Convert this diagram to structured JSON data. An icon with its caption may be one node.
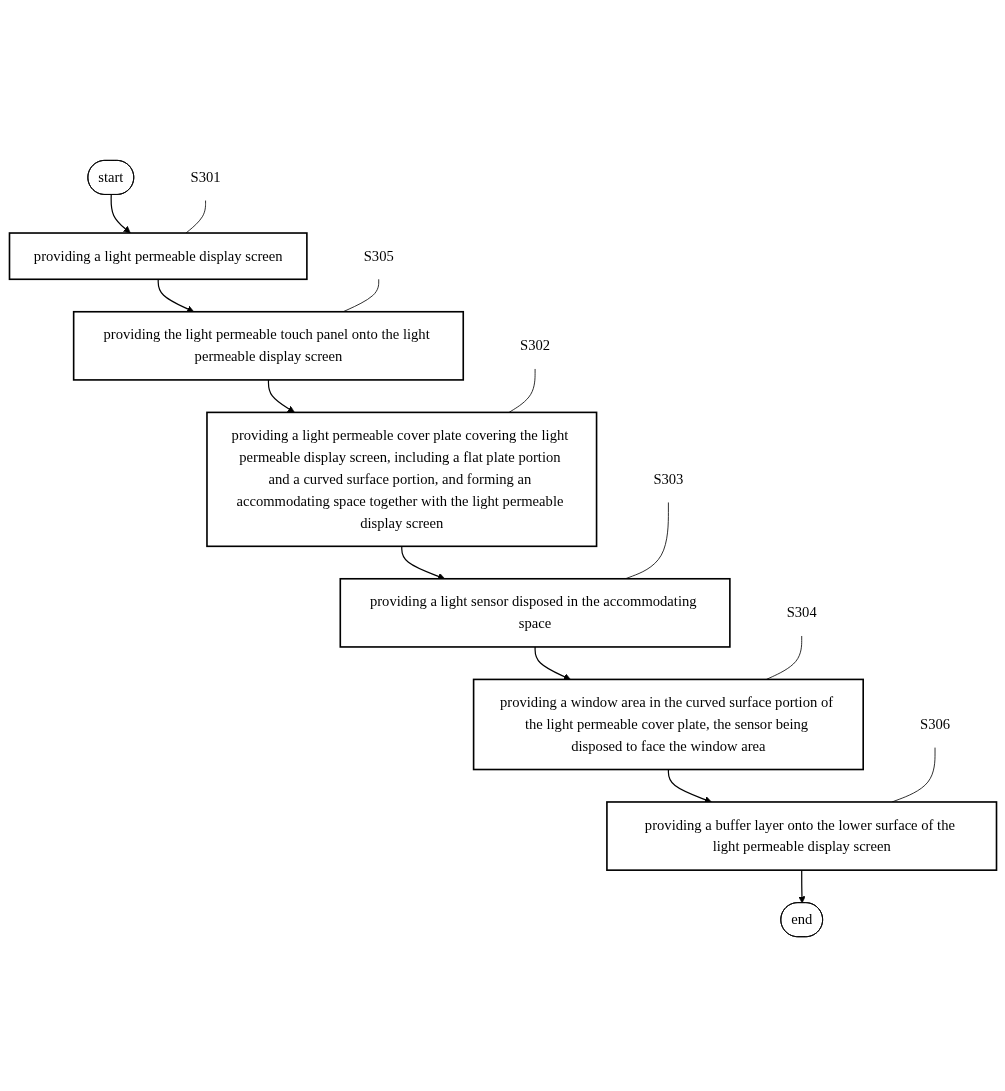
{
  "diagram": {
    "nodes": [
      {
        "text": [
          "start"
        ]
      },
      {
        "text": [
          "providing a light permeable display screen"
        ]
      },
      {
        "text": [
          "S301"
        ]
      },
      {
        "text": [
          "providing the light permeable touch panel onto the light permeable display screen"
        ]
      },
      {
        "text": [
          "S305"
        ]
      },
      {
        "text": [
          "providing a light permeable cover plate covering the light permeable display screen, including a flat plate portion and a curved surface portion, and forming an accommodating space together with the light permeable display screen"
        ]
      },
      {
        "text": [
          "S302"
        ]
      },
      {
        "text": [
          "providing a light sensor disposed in the accommodating space"
        ]
      },
      {
        "text": [
          "S303"
        ]
      },
      {
        "text": [
          "providing a window area in the curved surface portion of the light permeable cover plate, the sensor being disposed to face the window area"
        ]
      },
      {
        "text": [
          "S304"
        ]
      },
      {
        "text": [
          "providing a buffer layer onto the lower surface of the light permeable display screen"
        ]
      },
      {
        "text": [
          "S306"
        ]
      },
      {
        "text": [
          "end"
        ]
      }
    ],
    "edges": [
      {
        "from": 0,
        "to": 1,
        "arrow": "to"
      },
      {
        "from": 1,
        "to": 3,
        "arrow": "to"
      },
      {
        "from": 3,
        "to": 5,
        "arrow": "to"
      },
      {
        "from": 5,
        "to": 7,
        "arrow": "to"
      },
      {
        "from": 7,
        "to": 9,
        "arrow": "to"
      },
      {
        "from": 9,
        "to": 11,
        "arrow": "to"
      },
      {
        "from": 11,
        "to": 13,
        "arrow": "to"
      },
      {
        "from": 2,
        "to": 1,
        "arrow": "none"
      },
      {
        "from": 4,
        "to": 3,
        "arrow": "none"
      },
      {
        "from": 6,
        "to": 5,
        "arrow": "none"
      },
      {
        "from": 8,
        "to": 7,
        "arrow": "none"
      },
      {
        "from": 10,
        "to": 9,
        "arrow": "none"
      },
      {
        "from": 12,
        "to": 11,
        "arrow": "none"
      }
    ]
  }
}
